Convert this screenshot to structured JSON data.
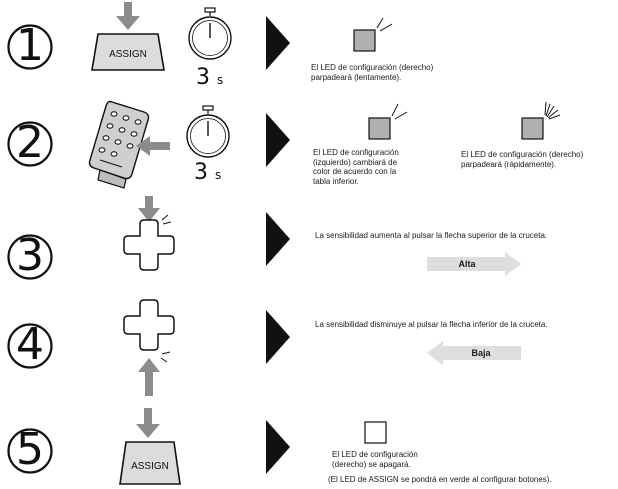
{
  "steps": [
    {
      "number": "1",
      "button_label": "ASSIGN",
      "timer": {
        "seconds": "3",
        "unit": "s"
      },
      "result": [
        "El LED de configuración (derecho)",
        "parpadeará (lentamente)."
      ]
    },
    {
      "number": "2",
      "timer": {
        "seconds": "3",
        "unit": "s"
      },
      "result_left": [
        "El LED de configuración",
        "(izquierdo) cambiará de",
        "color de acuerdo con la",
        "tabla inferior."
      ],
      "result_right": [
        "El LED de configuración (derecho)",
        "parpadeará (rápidamente)."
      ]
    },
    {
      "number": "3",
      "result": "La sensibilidad aumenta al pulsar la flecha superior de la cruceta.",
      "arrow_label": "Alta"
    },
    {
      "number": "4",
      "result": "La sensibilidad disminuye al pulsar la flecha inferior de la cruceta.",
      "arrow_label": "Baja"
    },
    {
      "number": "5",
      "button_label": "ASSIGN",
      "result": [
        "El LED de configuración",
        "(derecho) se apagará."
      ],
      "note": "(El LED de ASSIGN se pondrá en verde al configurar botones)."
    }
  ],
  "colors": {
    "arrow_gray": "#8c8c8c",
    "led_gray": "#b0b0b0",
    "pointer": "#111111",
    "light_arrow": "#dedede"
  }
}
